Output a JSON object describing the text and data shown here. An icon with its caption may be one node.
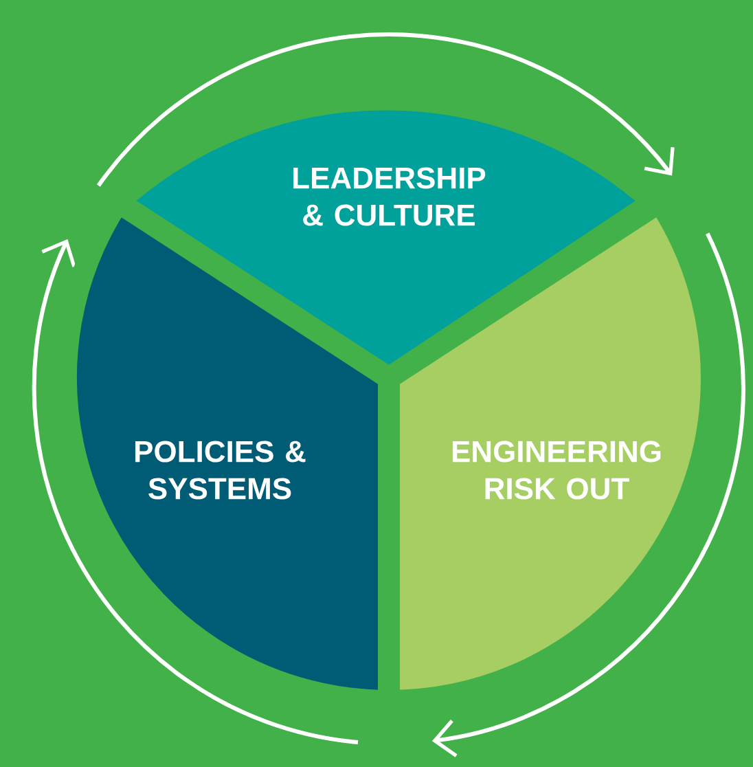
{
  "diagram": {
    "nodes": [
      {
        "text": [
          "LEADERSHIP & CULTURE"
        ]
      },
      {
        "text": [
          "POLICIES & SYSTEMS"
        ]
      },
      {
        "text": [
          "ENGINEERING RISK OUT"
        ]
      }
    ]
  }
}
